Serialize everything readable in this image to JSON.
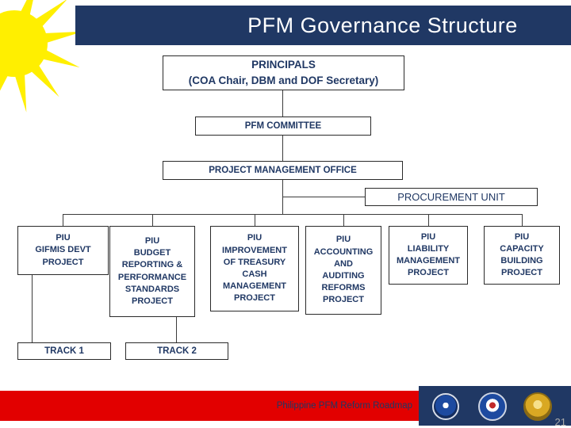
{
  "slide": {
    "title": "PFM Governance Structure",
    "page_number": "21"
  },
  "org_chart": {
    "principals": {
      "title": "PRINCIPALS",
      "subtitle": "(COA Chair, DBM and DOF Secretary)"
    },
    "committee": "PFM COMMITTEE",
    "pmo": "PROJECT MANAGEMENT OFFICE",
    "procurement_unit": "PROCUREMENT UNIT",
    "pius": [
      {
        "label": "PIU\nGIFMIS DEVT\nPROJECT"
      },
      {
        "label": "PIU\nBUDGET\nREPORTING &\nPERFORMANCE\nSTANDARDS\nPROJECT"
      },
      {
        "label": "PIU\nIMPROVEMENT\nOF TREASURY\nCASH\nMANAGEMENT\nPROJECT"
      },
      {
        "label": "PIU\nACCOUNTING\nAND\nAUDITING\nREFORMS\nPROJECT"
      },
      {
        "label": "PIU\nLIABILITY\nMANAGEMENT\nPROJECT"
      },
      {
        "label": "PIU\nCAPACITY\nBUILDING\nPROJECT"
      }
    ],
    "tracks": [
      {
        "label": "TRACK 1"
      },
      {
        "label": "TRACK 2"
      }
    ]
  },
  "footer": {
    "label": "Philippine PFM Reform Roadmap",
    "seals": [
      "gov-seal-blue",
      "gov-seal-navy-red",
      "gov-seal-gold"
    ]
  },
  "colors": {
    "navy": "#203864",
    "red": "#e20000",
    "sun": "#ffef00",
    "box_border": "#2a2a2a",
    "seal_blue": "#1d4aa0",
    "seal_gold": "#d9a823",
    "page_number_gray": "#a9a9a9"
  }
}
